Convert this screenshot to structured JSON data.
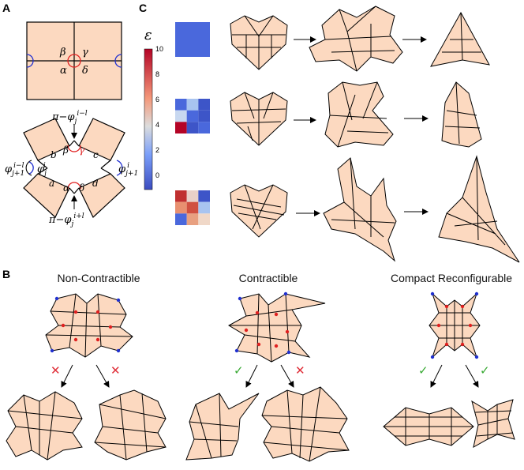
{
  "panels": {
    "a": {
      "label": "A"
    },
    "b": {
      "label": "B"
    },
    "c": {
      "label": "C"
    }
  },
  "panel_a": {
    "top_angles": {
      "beta": "β",
      "gamma": "γ",
      "alpha": "α",
      "delta": "δ"
    },
    "bottom_angles": {
      "beta": "β",
      "gamma": "γ",
      "alpha": "α",
      "delta": "δ"
    },
    "edge_labels": {
      "b": "b",
      "c": "c",
      "a": "a",
      "d": "d"
    },
    "phi_top": "π−φ",
    "phi_top_sup": "i−l",
    "phi_top_sub": "j",
    "phi_bottom": "π−φ",
    "phi_bottom_sup": "i+l",
    "phi_bottom_sub": "j",
    "phi_left": "φ",
    "phi_left_sup": "i−l",
    "phi_left_sub": "j+1",
    "phi_center": "φ",
    "phi_center_sup": "i",
    "phi_center_sub": "j",
    "phi_right": "φ",
    "phi_right_sup": "i",
    "phi_right_sub": "j+1",
    "tile_color": "#fcd9c0"
  },
  "panel_b": {
    "titles": [
      "Non-Contractible",
      "Contractible",
      "Compact Reconfigurable"
    ],
    "marks": {
      "check": "✓",
      "cross": "✕"
    },
    "check_color": "#3aaa35",
    "cross_color": "#e0303a",
    "red_dot": "#e02020",
    "blue_dot": "#2030d0"
  },
  "panel_c": {
    "colorbar": {
      "symbol": "ε",
      "ticks": [
        "10",
        "8",
        "6",
        "4",
        "2",
        "0"
      ],
      "min": -1,
      "max": 10,
      "colormap": "coolwarm"
    },
    "rows": [
      {
        "matrix": [
          [
            "#4a68dc"
          ]
        ]
      },
      {
        "matrix": [
          [
            "#4a68dc",
            "#a8c4f0",
            "#3d55c8"
          ],
          [
            "#c8d8f0",
            "#4a68dc",
            "#3d55c8"
          ],
          [
            "#b40426",
            "#3d55c8",
            "#4a68dc"
          ]
        ]
      },
      {
        "matrix": [
          [
            "#c03030",
            "#e8d0c8",
            "#3d55c8"
          ],
          [
            "#e89070",
            "#d05040",
            "#a8c4f0"
          ],
          [
            "#4a68dc",
            "#e8a080",
            "#f0d8c8"
          ]
        ]
      }
    ]
  }
}
